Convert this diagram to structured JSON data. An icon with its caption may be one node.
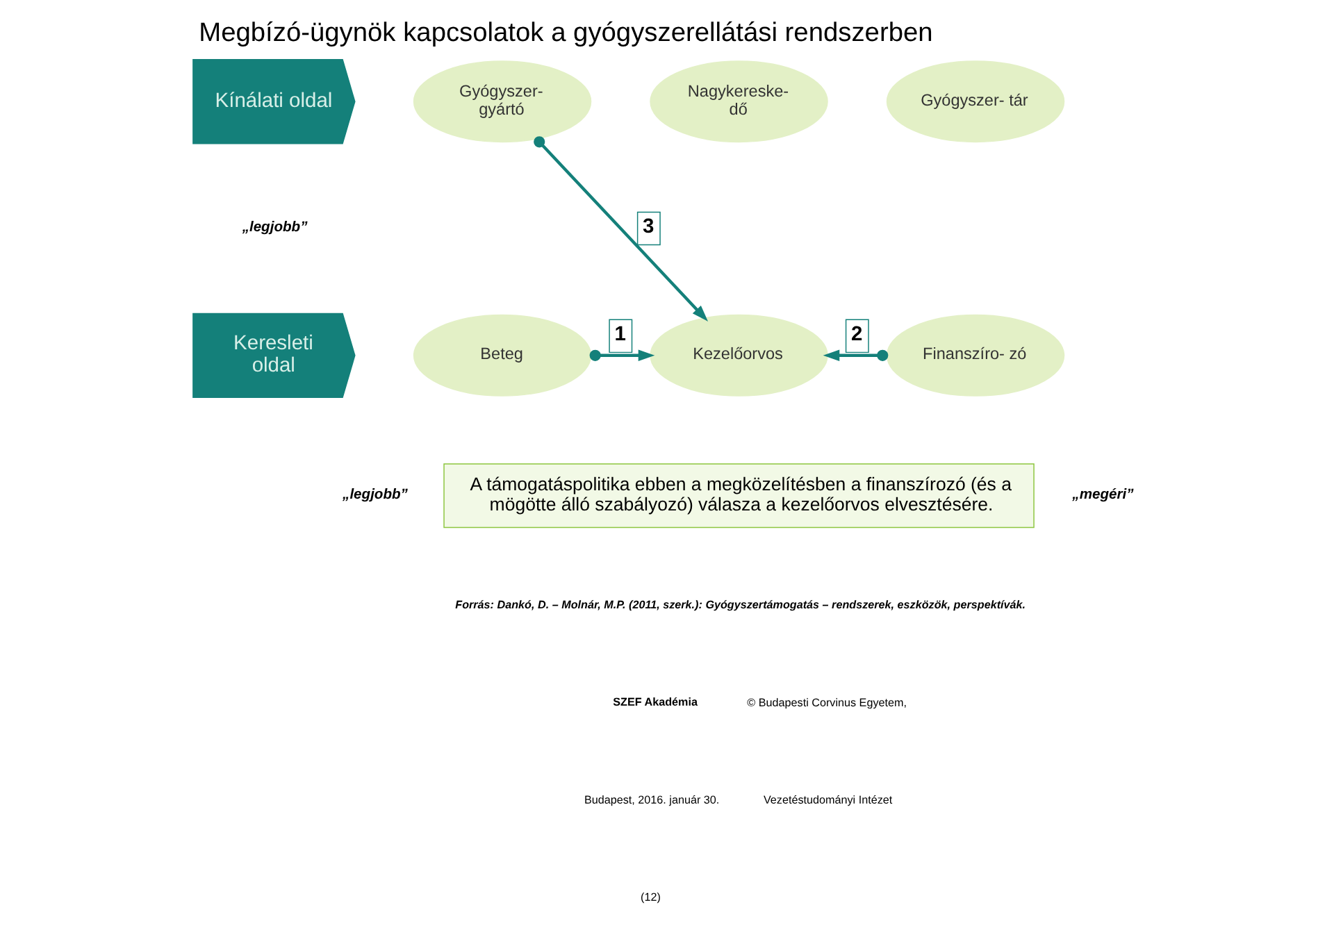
{
  "diagram": {
    "title": "Megbízó-ügynök kapcsolatok a gyógyszerellátási rendszerben",
    "nodes": [
      {
        "text": [
          "Kínálati oldal"
        ]
      },
      {
        "text": [
          "Gyógyszer- gyártó"
        ]
      },
      {
        "text": [
          "Nagykereske- dő"
        ]
      },
      {
        "text": [
          "Gyógyszer- tár"
        ]
      },
      {
        "text": [
          "Keresleti oldal"
        ]
      },
      {
        "text": [
          "Beteg"
        ]
      },
      {
        "text": [
          "Kezelőorvos"
        ]
      },
      {
        "text": [
          "Finanszíro- zó"
        ]
      },
      {
        "text": [
          "A támogatáspolitika ebben a megközelítésben a finanszírozó (és a mögötte álló szabályozó) válasza a kezelőorvos elvesztésére."
        ]
      }
    ],
    "edges": [
      {
        "from": 1,
        "to": 6,
        "arrow": "to",
        "label": "3"
      },
      {
        "from": 5,
        "to": 6,
        "arrow": "to",
        "label": "1"
      },
      {
        "from": 7,
        "to": 6,
        "arrow": "to",
        "label": "2"
      }
    ],
    "labels": [
      "„legjobb”",
      "„legjobb”",
      "„megéri”",
      "Forrás: Dankó, D. – Molnár, M.P. (2011, szerk.): Gyógyszertámogatás – rendszerek, eszközök, perspektívák.",
      "SZEF Akadémia",
      "Budapest, 2016. január 30.",
      "(12)",
      "© Budapesti Corvinus Egyetem,",
      "Vezetéstudományi Intézet"
    ]
  }
}
